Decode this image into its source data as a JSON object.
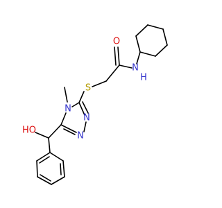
{
  "molecule": {
    "atoms": {
      "amide_nh": "N",
      "amide_h": "H",
      "carbonyl_o": "O",
      "thioether_s": "S",
      "ring_n4": "N",
      "ring_n1": "N",
      "ring_n2": "N",
      "hydroxyl": "HO"
    },
    "colors": {
      "carbon": "#000000",
      "nitrogen": "#3333cc",
      "oxygen": "#dd1111",
      "sulfur": "#b39b00"
    }
  }
}
